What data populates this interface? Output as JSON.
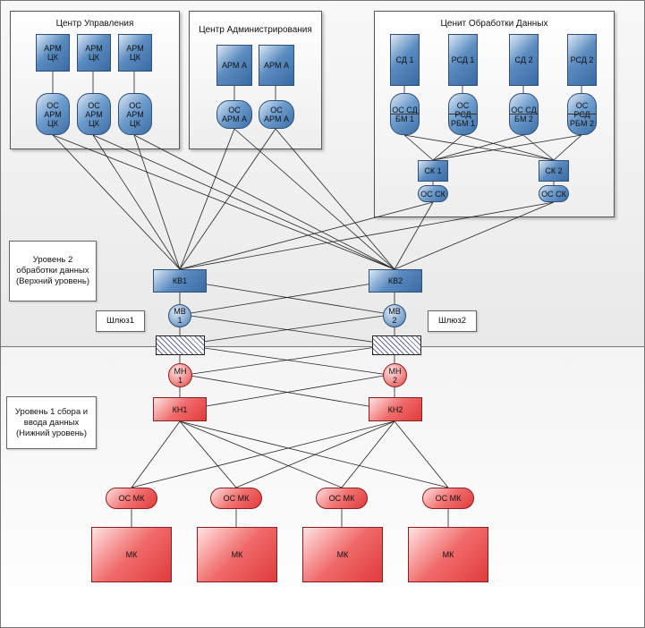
{
  "panels": {
    "control_center": "Центр Управления",
    "admin_center": "Центр Администрирования",
    "data_center": "Ценит Обработки Данных"
  },
  "levels": {
    "level2": "Уровень 2\nобработки данных\n(Верхний уровень)",
    "level1": "Уровень 1  сбора и\nввода данных\n(Нижний уровень)"
  },
  "gateways": {
    "gw1": "Шлюз1",
    "gw2": "Шлюз2"
  },
  "nodes": {
    "arm_ck": "АРМ\nЦК",
    "os_arm_ck": "ОС\nАРМ\nЦК",
    "arm_a": "АРМ А",
    "os_arm_a": "ОС\nАРМ А",
    "sd1": "СД 1",
    "rsd1": "РСД 1",
    "sd2": "СД 2",
    "rsd2": "РСД 2",
    "os_sd_bm1": "ОС СД\nБМ 1",
    "os_rsd_rbm1": "ОС\nРСД\nРБМ 1",
    "os_sd_bm2": "ОС СД\nБМ 2",
    "os_rsd_rbm2": "ОС\nРСД\nРБМ 2",
    "ck1": "СК 1",
    "ck2": "СК 2",
    "os_ck": "ОС СК",
    "kv1": "КВ1",
    "kv2": "КВ2",
    "mv1": "МВ\n1",
    "mv2": "МВ\n2",
    "mn1": "МН\n1",
    "mn2": "МН\n2",
    "kn1": "КН1",
    "kn2": "КН2",
    "os_mk": "ОС МК",
    "mk": "МК"
  }
}
